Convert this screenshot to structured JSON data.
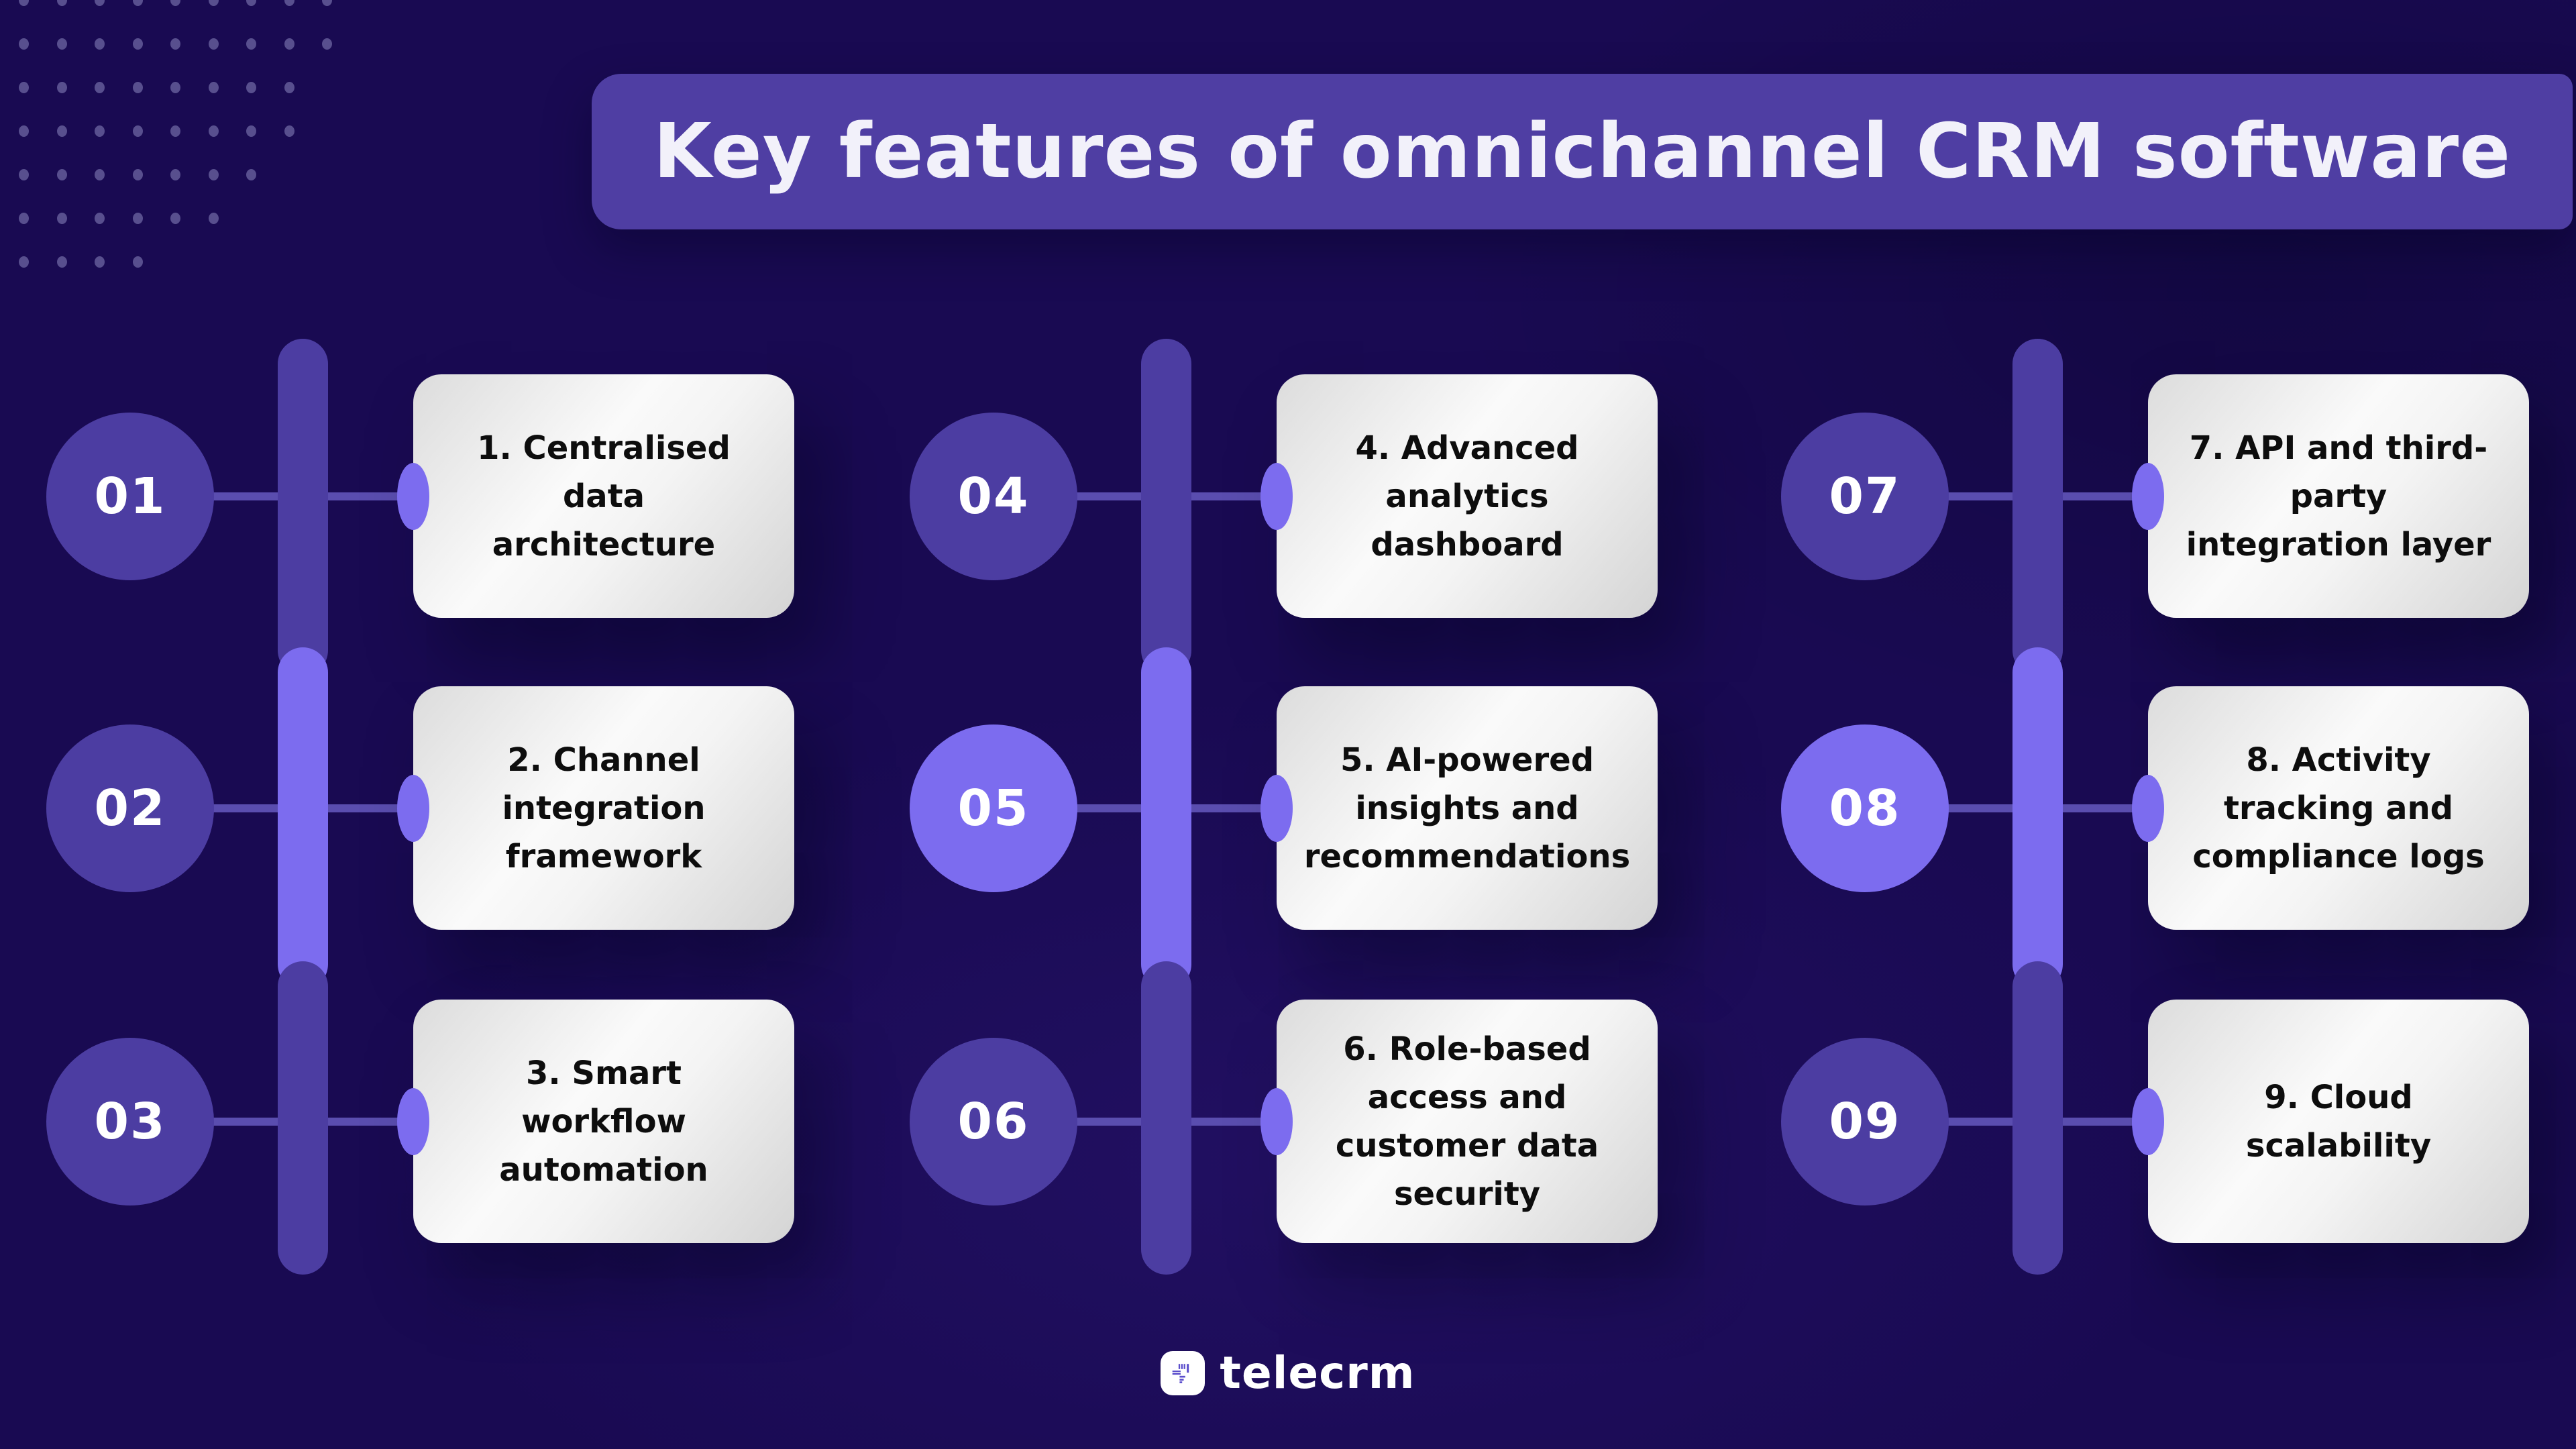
{
  "title": "Key features of omnichannel CRM software",
  "brand": {
    "name": "telecrm"
  },
  "colors": {
    "background": "#190a52",
    "banner": "#4f3ea3",
    "title_text": "#f2f1fa",
    "node": "#4c3da2",
    "node_bright": "#7c6cef",
    "connector": "#5a4daf",
    "card_text": "#0d0d0d",
    "dot_grid": "#5c5391",
    "brand_text": "#ffffff",
    "brand_icon_glyph": "#5b4ecc"
  },
  "features": [
    {
      "number": "01",
      "label": "1. Centralised\ndata\narchitecture",
      "highlight": false
    },
    {
      "number": "02",
      "label": "2. Channel\nintegration\nframework",
      "highlight": false
    },
    {
      "number": "03",
      "label": "3. Smart\nworkflow\nautomation",
      "highlight": false
    },
    {
      "number": "04",
      "label": "4. Advanced\nanalytics\ndashboard",
      "highlight": false
    },
    {
      "number": "05",
      "label": "5. AI-powered\ninsights and\nrecommendations",
      "highlight": true
    },
    {
      "number": "06",
      "label": "6. Role-based\naccess and\ncustomer data\nsecurity",
      "highlight": false
    },
    {
      "number": "07",
      "label": "7. API and third-\nparty\nintegration layer",
      "highlight": false
    },
    {
      "number": "08",
      "label": "8. Activity\ntracking and\ncompliance logs",
      "highlight": true
    },
    {
      "number": "09",
      "label": "9. Cloud\nscalability",
      "highlight": false
    }
  ]
}
